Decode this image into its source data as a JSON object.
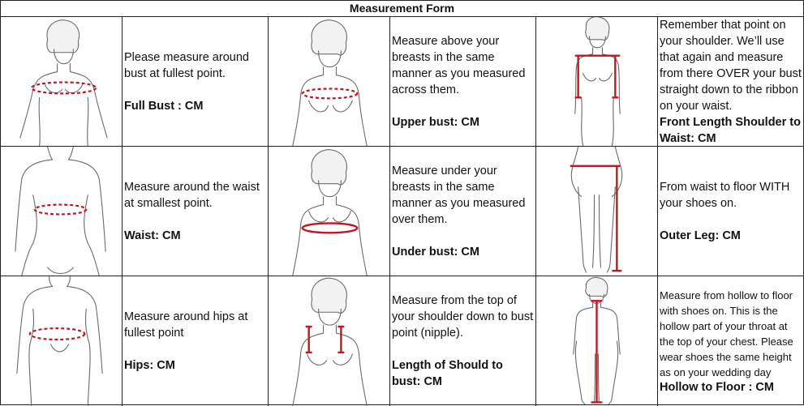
{
  "title": "Measurement Form",
  "items": [
    {
      "desc": "Please measure around bust at fullest point.",
      "label": "Full Bust :   CM",
      "icon": "full-bust-figure"
    },
    {
      "desc": "Measure above your breasts in the same manner as you measured across them.",
      "label": "Upper bust:  CM",
      "icon": "upper-bust-figure"
    },
    {
      "desc": "Remember that point on your shoulder. We’ll use that again and measure from there OVER your bust straight down to the ribbon on your waist.",
      "label": "Front Length Shoulder to Waist:   CM",
      "icon": "front-length-figure"
    },
    {
      "desc": "Measure around the waist at smallest point.",
      "label": "Waist:   CM",
      "icon": "waist-figure"
    },
    {
      "desc": "Measure under your breasts in the same manner as you measured over them.",
      "label": "Under bust:  CM",
      "icon": "under-bust-figure"
    },
    {
      "desc": "From waist to floor WITH your shoes on.",
      "label": "Outer Leg:  CM",
      "icon": "outer-leg-figure"
    },
    {
      "desc": "Measure around hips at fullest point",
      "label": "Hips:   CM",
      "icon": "hips-figure"
    },
    {
      "desc": "Measure from the top of your shoulder down to bust point (nipple).",
      "label": "Length of Should to bust:  CM",
      "icon": "shoulder-to-bust-figure"
    },
    {
      "desc": "Measure from hollow to floor with shoes on. This is the hollow part of your throat at the top of your chest. Please wear shoes the same height as on your wedding day",
      "label": "Hollow to Floor :   CM",
      "icon": "hollow-to-floor-figure"
    }
  ],
  "colors": {
    "tape": "#c0161f",
    "outline": "#6a6a6a",
    "border": "#222222"
  }
}
